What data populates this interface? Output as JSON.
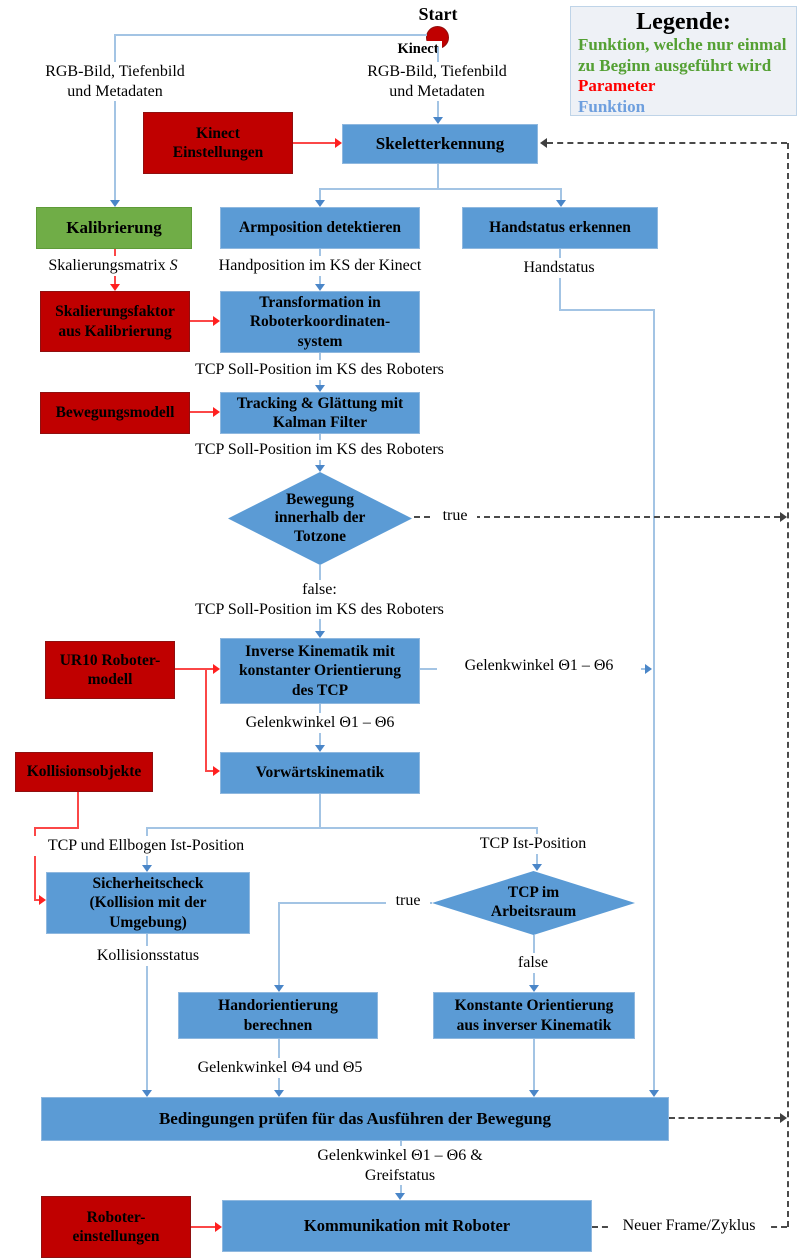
{
  "start": {
    "label": "Start",
    "device": "Kinect"
  },
  "legend": {
    "title": "Legende:",
    "entry_once": "Funktion, welche nur einmal\nzu Beginn ausgeführt wird",
    "entry_parameter": "Parameter",
    "entry_function": "Funktion",
    "color_once": "#54A033",
    "color_parameter": "#FF0000",
    "color_function": "#6E9FDE"
  },
  "boxes": {
    "kinect_einstellungen": "Kinect\nEinstellungen",
    "skeletterkennung": "Skeletterkennung",
    "kalibrierung": "Kalibrierung",
    "armposition": "Armposition detektieren",
    "handstatus_erkennen": "Handstatus erkennen",
    "skalierungsfaktor": "Skalierungsfaktor\naus Kalibrierung",
    "transformation": "Transformation in\nRoboterkoordinaten-\nsystem",
    "bewegungsmodell": "Bewegungsmodell",
    "tracking": "Tracking & Glättung mit\nKalman Filter",
    "totzone": "Bewegung\ninnerhalb der\nTotzone",
    "ur10": "UR10 Roboter-\nmodell",
    "inverse_kinematik": "Inverse Kinematik mit\nkonstanter Orientierung\ndes TCP",
    "vorwaertskinematik": "Vorwärtskinematik",
    "kollisionsobjekte": "Kollisionsobjekte",
    "sicherheitscheck": "Sicherheitscheck\n(Kollision mit der\nUmgebung)",
    "tcp_arbeitsraum": "TCP im\nArbeitsraum",
    "handorientierung": "Handorientierung\nberechnen",
    "konstante_orientierung": "Konstante Orientierung\naus inverser Kinematik",
    "bedingungen": "Bedingungen prüfen für das Ausführen der Bewegung",
    "kommunikation": "Kommunikation mit Roboter",
    "robotereinstellungen": "Roboter-\neinstellungen"
  },
  "labels": {
    "rgb_tiefenbild": "RGB-Bild, Tiefenbild\nund Metadaten",
    "skalierungsmatrix_prefix": "Skalierungsmatrix",
    "skalierungsmatrix_symbol": "S",
    "handposition": "Handposition im KS der Kinect",
    "handstatus": "Handstatus",
    "tcp_soll": "TCP Soll-Position im KS des Roboters",
    "true_label": "true",
    "false_totzone": "false:\nTCP Soll-Position im KS des Roboters",
    "gelenkwinkel_1_6": "Gelenkwinkel Θ1 – Θ6",
    "tcp_ellbogen": "TCP und Ellbogen Ist-Position",
    "tcp_ist": "TCP Ist-Position",
    "kollisionsstatus": "Kollisionsstatus",
    "false_label": "false",
    "gelenkwinkel_4_5": "Gelenkwinkel Θ4 und Θ5",
    "gelenkwinkel_greif": "Gelenkwinkel Θ1 – Θ6 &\nGreifstatus",
    "neuer_frame": "Neuer Frame/Zyklus"
  },
  "colors": {
    "function_fill": "#5B9BD5",
    "parameter_fill": "#C00000",
    "once_fill": "#70AD47",
    "connector_blue": "#A3C4E4",
    "connector_red": "#FB4747",
    "dashed_line": "#4A4A4A",
    "legend_bg": "#EEF1F6",
    "start_circle": "#C00000"
  }
}
